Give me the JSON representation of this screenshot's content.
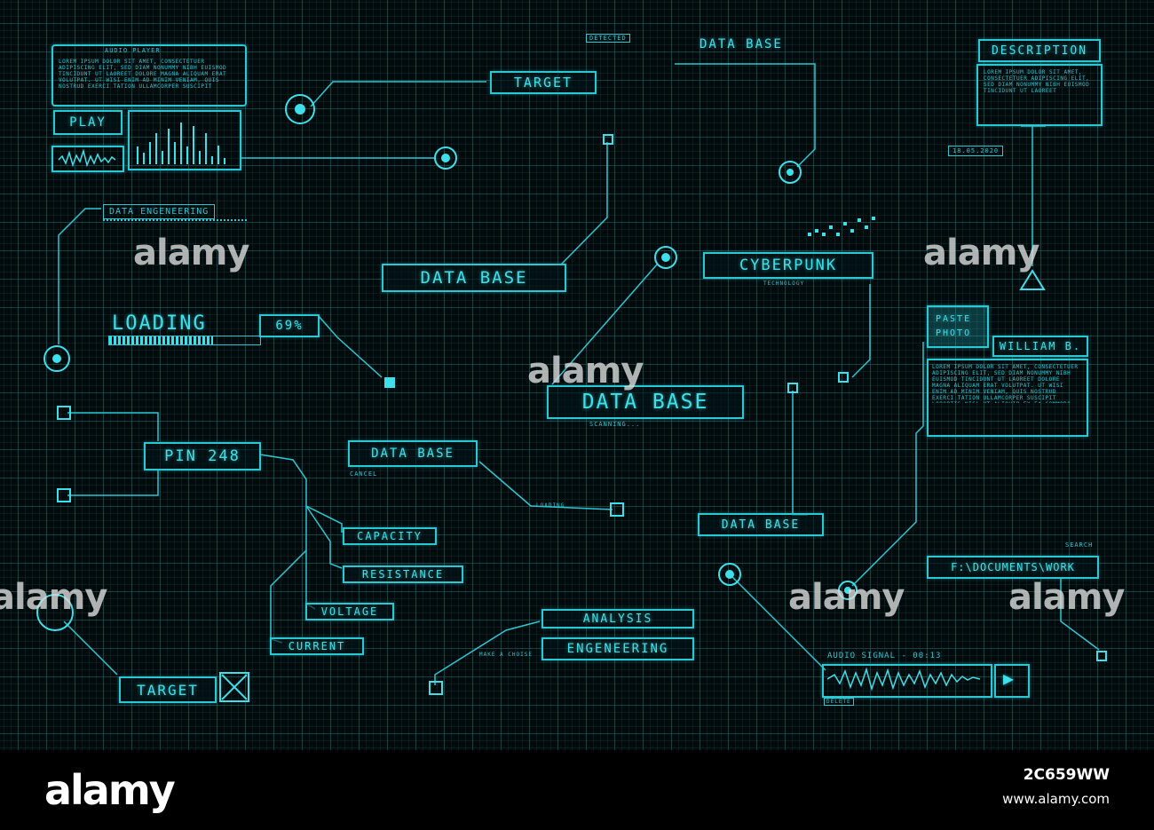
{
  "audio_player": {
    "title": "AUDIO PLAYER",
    "play_label": "PLAY",
    "text": "LOREM IPSUM DOLOR SIT AMET, CONSECTETUER ADIPISCING ELIT, SED DIAM NONUMMY NIBH EUISMOD TINCIDUNT UT LAOREET DOLORE MAGNA ALIQUAM ERAT VOLUTPAT. UT WISI ENIM AD MINIM VENIAM, QUIS NOSTRUD EXERCI TATION ULLAMCORPER SUSCIPIT"
  },
  "target_top": {
    "label": "TARGET",
    "status": "DETECTED"
  },
  "database_top": {
    "label": "DATA BASE"
  },
  "description": {
    "title": "DESCRIPTION",
    "text": "LOREM IPSUM DOLOR SIT AMET, CONSECTETUER ADIPISCING ELIT, SED DIAM NONUMMY NIBH EUISMOD TINCIDUNT UT LAOREET",
    "date": "18.05.2020"
  },
  "data_engineering": {
    "label": "DATA ENGENEERING"
  },
  "database_mid_left": {
    "label": "DATA BASE"
  },
  "cyberpunk": {
    "label": "CYBERPUNK",
    "sub": "TECHNOLOGY"
  },
  "loading": {
    "label": "LOADING",
    "percent_text": "69%",
    "progress": 0.69
  },
  "database_center": {
    "label": "DATA BASE",
    "status": "SCANNING..."
  },
  "profile": {
    "photo_label_1": "PASTE",
    "photo_label_2": "PHOTO",
    "name": "WILLIAM B.",
    "text": "LOREM IPSUM DOLOR SIT AMET, CONSECTETUER ADIPISCING ELIT, SED DIAM NONUMMY NIBH EUISMOD TINCIDUNT UT LAOREET DOLORE MAGNA ALIQUAM ERAT VOLUTPAT. UT WISI ENIM AD MINIM VENIAM, QUIS NOSTRUD EXERCI TATION ULLAMCORPER SUSCIPIT LOBORTIS NISL UT ALIQUIP EX EA COMMODO CONSEQUAT. DUIS AUTEM VEL EUM IRIURE DOLOR IN HENDRERIT IN VULPUTATE VELIT ESSE MOLESTIE CONSEQUAT"
  },
  "pin": {
    "label": "PIN 248"
  },
  "database_cancel": {
    "label": "DATA BASE",
    "cancel": "CANCEL",
    "status": "LOADING"
  },
  "params": {
    "capacity": "CAPACITY",
    "resistance": "RESISTANCE",
    "voltage": "VOLTAGE",
    "current": "CURRENT"
  },
  "database_lower": {
    "label": "DATA BASE"
  },
  "path": {
    "label": "F:\\DOCUMENTS\\WORK",
    "search": "SEARCH"
  },
  "choice": {
    "analysis": "ANALYSIS",
    "engineering": "ENGENEERING",
    "hint": "MAKE A CHOISE"
  },
  "target_bottom": {
    "label": "TARGET"
  },
  "audio_signal": {
    "label": "AUDIO SIGNAL - 00:13",
    "delete": "DELETE"
  },
  "watermarks": [
    "alamy",
    "alamy",
    "alamy",
    "alamy",
    "alamy",
    "alamy"
  ],
  "footer": {
    "logo": "alamy",
    "image_id": "2C659WW",
    "url": "www.alamy.com"
  },
  "colors": {
    "accent": "#3de0ea",
    "line": "#2bc7d3",
    "background": "#020a0c"
  }
}
